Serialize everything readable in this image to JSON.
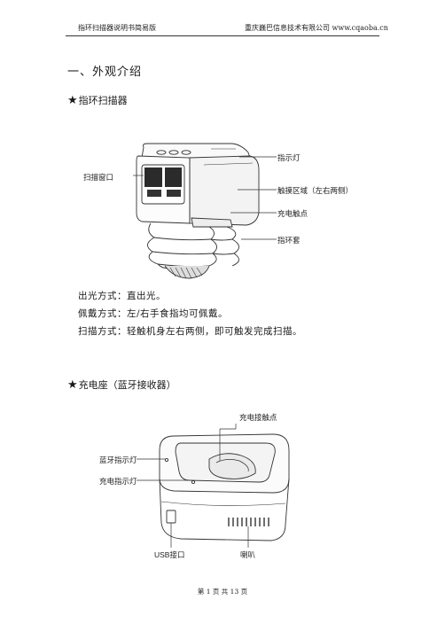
{
  "header": {
    "left": "指环扫描器说明书简易版",
    "right": "重庆巍巴信息技术有限公司 www.cqaoba.cn"
  },
  "section": {
    "title": "一、外观介绍"
  },
  "ring_scanner": {
    "heading": "指环扫描器",
    "star_icon": "black-star-icon",
    "callouts": {
      "indicator_light": "指示灯",
      "scan_window": "扫描窗口",
      "touch_area": "触摸区域（左右两侧）",
      "charging_contacts": "充电触点",
      "finger_ring": "指环套"
    },
    "features": [
      "出光方式：直出光。",
      "佩戴方式：左/右手食指均可佩戴。",
      "扫描方式：轻触机身左右两侧，即可触发完成扫描。"
    ]
  },
  "charging_base": {
    "heading": "充电座（蓝牙接收器）",
    "star_icon": "black-star-icon",
    "callouts": {
      "charging_contacts": "充电接触点",
      "bluetooth_indicator": "蓝牙指示灯",
      "charging_indicator": "充电指示灯",
      "usb_port": "USB接口",
      "speaker": "喇叭"
    }
  },
  "footer": {
    "page": "第 1 页 共 13 页"
  }
}
